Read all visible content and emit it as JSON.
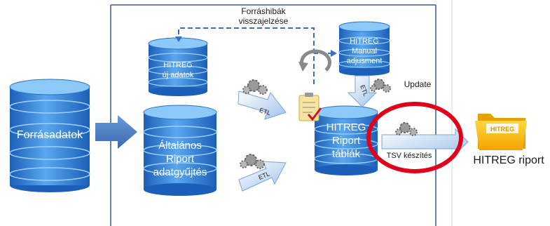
{
  "nodes": {
    "source": "Forrásadatok",
    "new_data": [
      "HITREG",
      "új adatok"
    ],
    "manual": [
      "HITREG",
      "Manual",
      "adjusment"
    ],
    "general": [
      "Általános",
      "Riport",
      "adatgyűjtés"
    ],
    "report_tables": [
      "HITREG",
      "Riport",
      "táblák"
    ],
    "output": "HITREG riport"
  },
  "labels": {
    "feedback": [
      "Forráshibák",
      "visszajelzése"
    ],
    "etl": "ETL",
    "update": "Update",
    "tsv": "TSV készítés",
    "folder_tab": "HITREG"
  },
  "colors": {
    "db_blue": "#2f7fd9",
    "db_light": "#6fb3f2",
    "arrow_blue": "#4a78c0",
    "dashed_blue": "#3d6fc0",
    "highlight_red": "#e0001a",
    "folder": "#f5b400"
  }
}
